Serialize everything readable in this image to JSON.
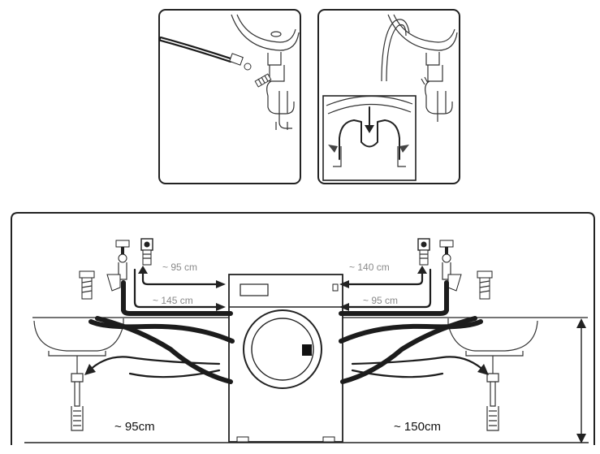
{
  "colors": {
    "line": "#222222",
    "hose": "#1c1c1c",
    "label_gray": "#8a8a8a",
    "label_dark": "#111111"
  },
  "labels": {
    "left_inlet": "~ 95 cm",
    "left_drain": "~ 145 cm",
    "right_inlet": "~ 140 cm",
    "right_drain": "~ 95 cm",
    "bottom_left": "~ 95cm",
    "bottom_right": "~ 150cm"
  }
}
